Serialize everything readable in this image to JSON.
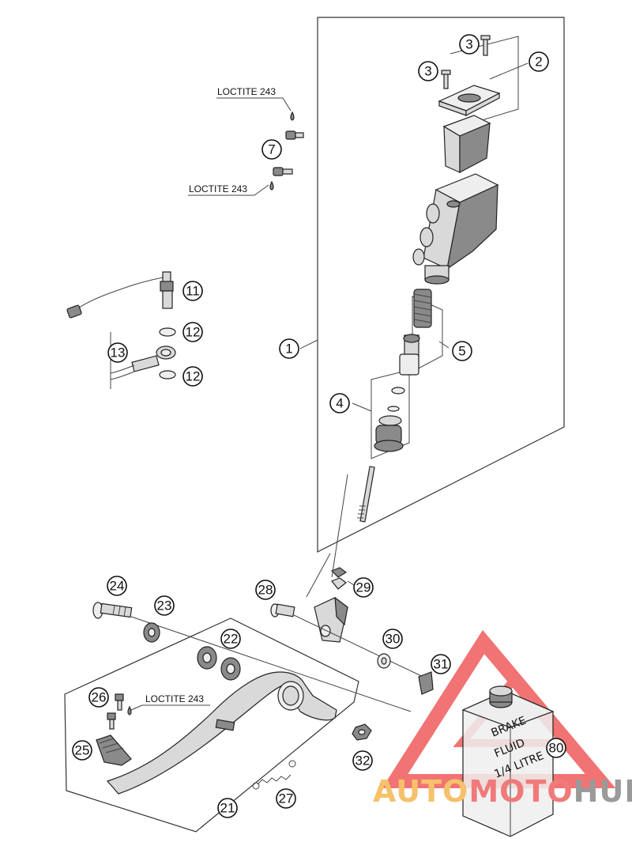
{
  "diagram": {
    "callouts": [
      {
        "id": "c1",
        "label": "1"
      },
      {
        "id": "c2",
        "label": "2"
      },
      {
        "id": "c3a",
        "label": "3"
      },
      {
        "id": "c3b",
        "label": "3"
      },
      {
        "id": "c4",
        "label": "4"
      },
      {
        "id": "c5",
        "label": "5"
      },
      {
        "id": "c7",
        "label": "7"
      },
      {
        "id": "c11",
        "label": "11"
      },
      {
        "id": "c12a",
        "label": "12"
      },
      {
        "id": "c12b",
        "label": "12"
      },
      {
        "id": "c13",
        "label": "13"
      },
      {
        "id": "c21",
        "label": "21"
      },
      {
        "id": "c22",
        "label": "22"
      },
      {
        "id": "c23",
        "label": "23"
      },
      {
        "id": "c24",
        "label": "24"
      },
      {
        "id": "c25",
        "label": "25"
      },
      {
        "id": "c26",
        "label": "26"
      },
      {
        "id": "c27",
        "label": "27"
      },
      {
        "id": "c28",
        "label": "28"
      },
      {
        "id": "c29",
        "label": "29"
      },
      {
        "id": "c30",
        "label": "30"
      },
      {
        "id": "c31",
        "label": "31"
      },
      {
        "id": "c32",
        "label": "32"
      },
      {
        "id": "c80",
        "label": "80"
      }
    ],
    "notes": {
      "loctite_1": "LOCTITE 243",
      "loctite_2": "LOCTITE 243",
      "loctite_3": "LOCTITE 243"
    },
    "brake_fluid_lines": [
      "BRAKE",
      "FLUID",
      "1/4 LITRE"
    ]
  },
  "watermark": {
    "part1": "AUTO",
    "part2": "MOTO",
    "part3": "HUB",
    "colors": {
      "auto": "#f5c26b",
      "moto": "#f07a7a",
      "hub": "#9a9a9a",
      "triangle": "#ef5b5b"
    }
  }
}
